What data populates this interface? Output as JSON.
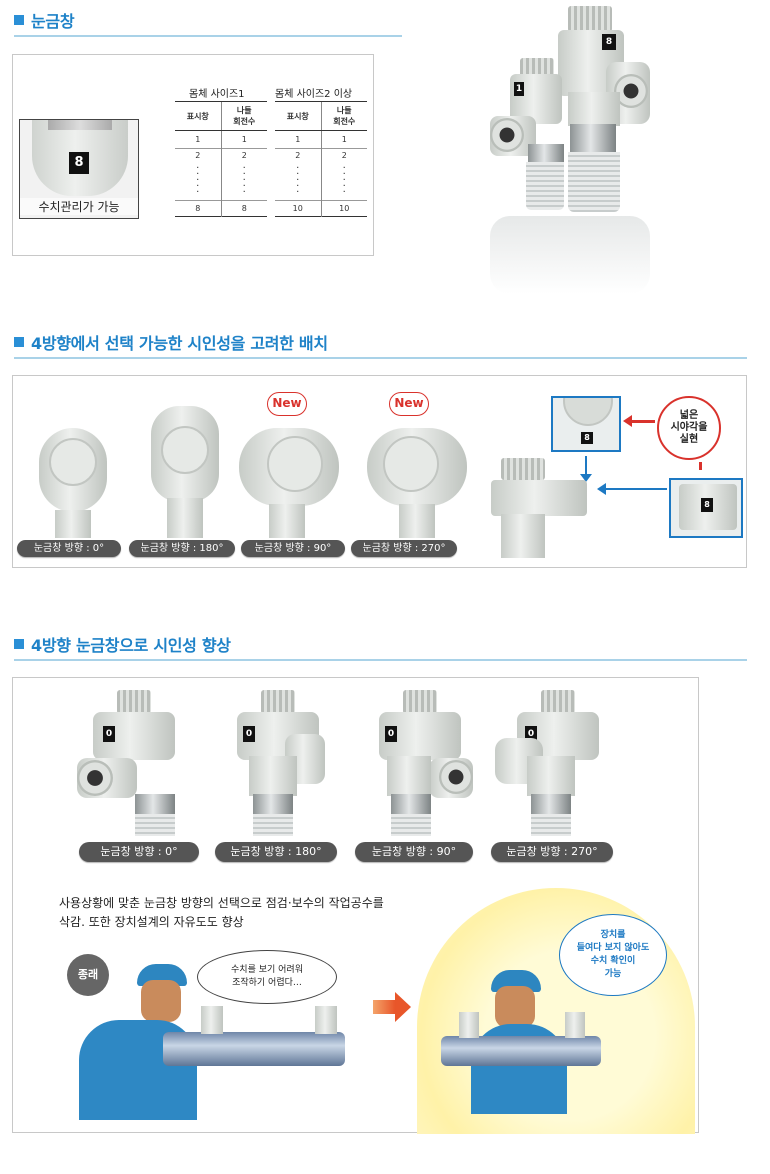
{
  "section1": {
    "title": "눈금창",
    "zoom_number": "8",
    "zoom_caption": "수치관리가 가능",
    "table1": {
      "title": "몸체 사이즈1",
      "headers": [
        "표시창",
        "나들\n회전수"
      ],
      "rows": [
        [
          "1",
          "1"
        ],
        [
          "2",
          "2"
        ],
        [
          "8",
          "8"
        ]
      ]
    },
    "table2": {
      "title": "몸체 사이즈2 이상",
      "headers": [
        "표시창",
        "나들\n회전수"
      ],
      "rows": [
        [
          "1",
          "1"
        ],
        [
          "2",
          "2"
        ],
        [
          "10",
          "10"
        ]
      ]
    },
    "product_window_numbers": [
      "1",
      "8"
    ]
  },
  "section2": {
    "title": "4방향에서 선택 가능한 시인성을 고려한 배치",
    "new_label": "New",
    "badges": [
      "눈금창 방향 : 0°",
      "눈금창 방향 : 180°",
      "눈금창 방향 : 90°",
      "눈금창 방향 : 270°"
    ],
    "callout": "넓은\n시야각을\n실현",
    "frame_number": "8"
  },
  "section3": {
    "title": "4방향 눈금창으로 시인성 향상",
    "badges": [
      "눈금창 방향 :  0°",
      "눈금창 방향 :  180°",
      "눈금창 방향 :  90°",
      "눈금창 방향 :  270°"
    ],
    "window_number": "0",
    "description": "사용상황에 맞춘 눈금창 방향의 선택으로 점검·보수의 작업공수를\n삭감. 또한 장치설계의 자유도도 향상",
    "old_tag": "종래",
    "old_bubble": "수치를 보기 어려워\n조작하기 어렵다…",
    "new_bubble": "장치를\n들여다 보지 않아도\n수치 확인이\n가능"
  },
  "colors": {
    "accent": "#1e82c8",
    "rule": "#a9d2e8",
    "new_red": "#d9322c",
    "badge": "#555555",
    "frame_blue": "#1d79c3"
  }
}
